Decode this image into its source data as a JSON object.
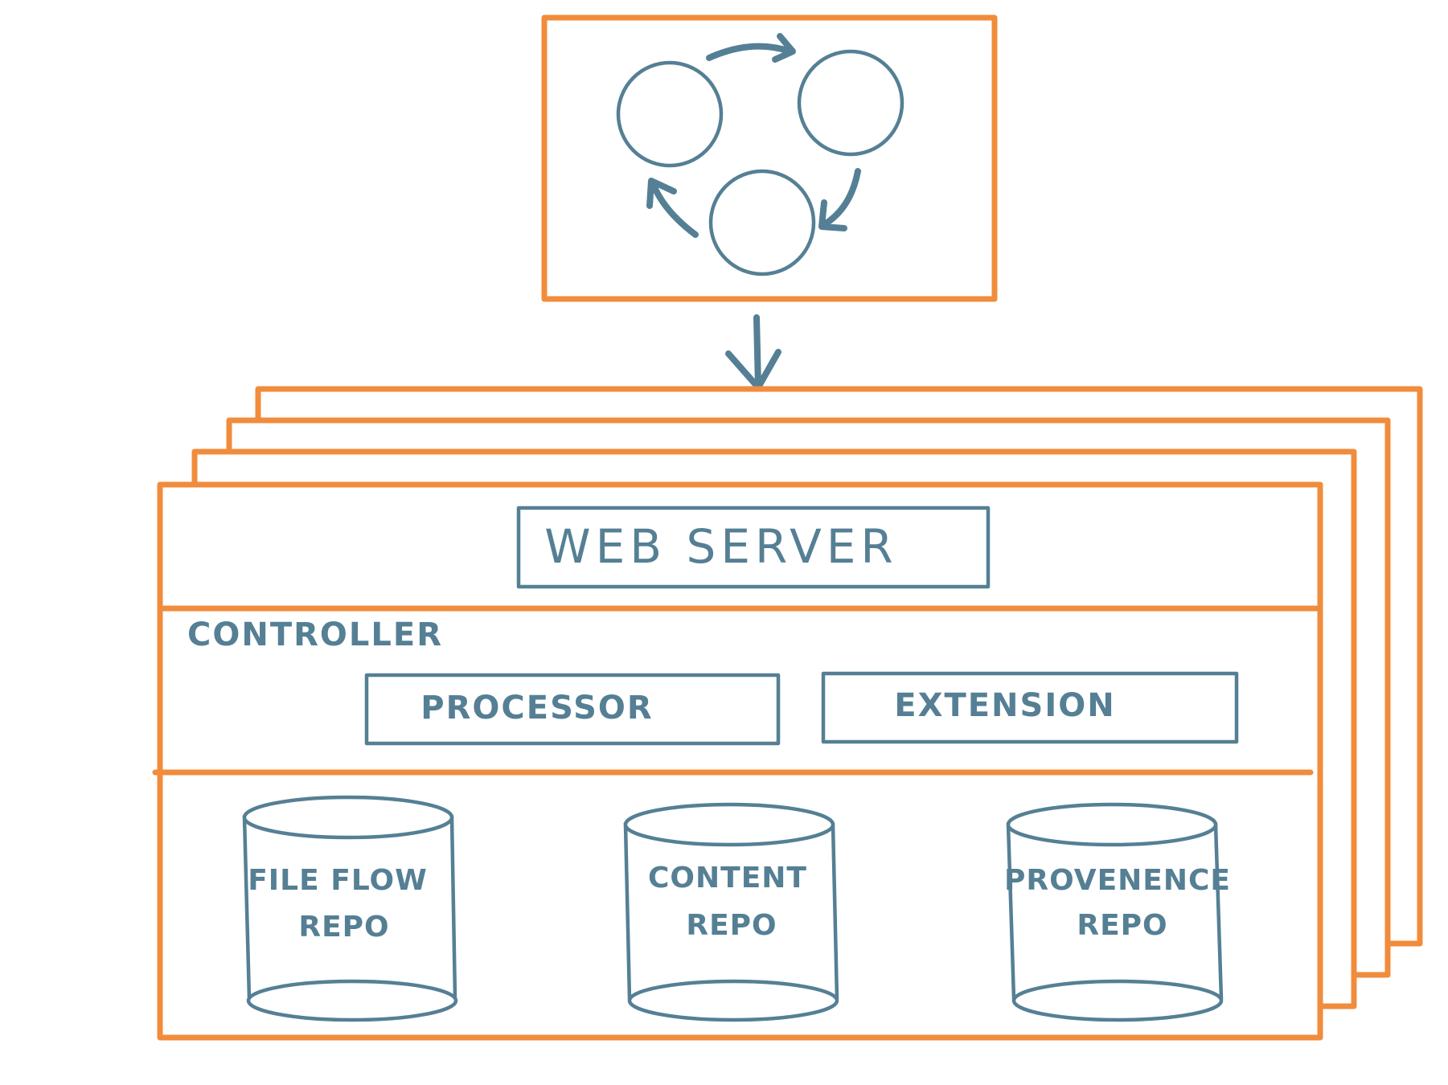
{
  "colors": {
    "frame": "#F08C3C",
    "ink": "#557F94",
    "background": "#FFFFFF"
  },
  "flow_panel": {
    "nodes": [
      "node-1",
      "node-2",
      "node-3"
    ],
    "icons": [
      "circle-icon",
      "curved-arrow-icon"
    ]
  },
  "connector": {
    "icon": "down-arrow-icon"
  },
  "stack": {
    "layers": 4,
    "web_server": "WEB SERVER",
    "controller": "CONTROLLER",
    "processor": "PROCESSOR",
    "extension": "EXTENSION",
    "repos": [
      {
        "line1": "FILE FLOW",
        "line2": "REPO"
      },
      {
        "line1": "CONTENT",
        "line2": "REPO"
      },
      {
        "line1": "PROVENENCE",
        "line2": "REPO"
      }
    ]
  }
}
